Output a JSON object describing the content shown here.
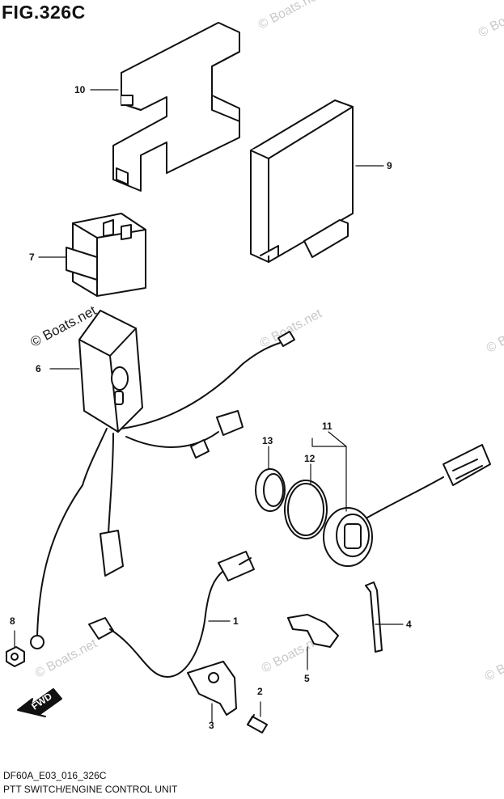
{
  "figure": {
    "title": "FIG.326C",
    "code": "DF60A_E03_016_326C",
    "caption": "PTT SWITCH/ENGINE CONTROL UNIT"
  },
  "watermark": {
    "text": "© Boats.net"
  },
  "direction": {
    "label": "FWD"
  },
  "callouts": [
    {
      "id": "1",
      "label": "1"
    },
    {
      "id": "2",
      "label": "2"
    },
    {
      "id": "3",
      "label": "3"
    },
    {
      "id": "4",
      "label": "4"
    },
    {
      "id": "5",
      "label": "5"
    },
    {
      "id": "6",
      "label": "6"
    },
    {
      "id": "7",
      "label": "7"
    },
    {
      "id": "8",
      "label": "8"
    },
    {
      "id": "9",
      "label": "9"
    },
    {
      "id": "10",
      "label": "10"
    },
    {
      "id": "11",
      "label": "11"
    },
    {
      "id": "12",
      "label": "12"
    },
    {
      "id": "13",
      "label": "13"
    }
  ]
}
